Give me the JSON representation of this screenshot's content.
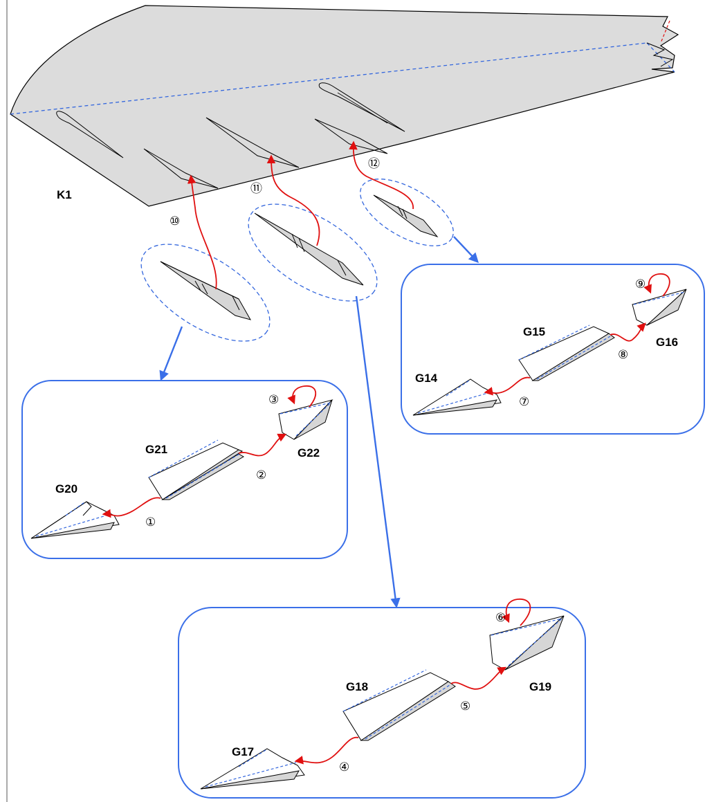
{
  "diagram": {
    "wing_label": "K1",
    "components": [
      {
        "id": "G14",
        "label": "G14"
      },
      {
        "id": "G15",
        "label": "G15"
      },
      {
        "id": "G16",
        "label": "G16"
      },
      {
        "id": "G17",
        "label": "G17"
      },
      {
        "id": "G18",
        "label": "G18"
      },
      {
        "id": "G19",
        "label": "G19"
      },
      {
        "id": "G20",
        "label": "G20"
      },
      {
        "id": "G21",
        "label": "G21"
      },
      {
        "id": "G22",
        "label": "G22"
      }
    ],
    "steps": [
      "①",
      "②",
      "③",
      "④",
      "⑤",
      "⑥",
      "⑦",
      "⑧",
      "⑨",
      "⑩",
      "⑪",
      "⑫"
    ],
    "colors": {
      "wing_fill": "#dcdcdc",
      "part_fill": "#d6d6d6",
      "dashed_blue": "#3366dd",
      "box_blue": "#3a6fe8",
      "arrow_red": "#e01010",
      "arrow_blue": "#3a6fe8"
    }
  }
}
